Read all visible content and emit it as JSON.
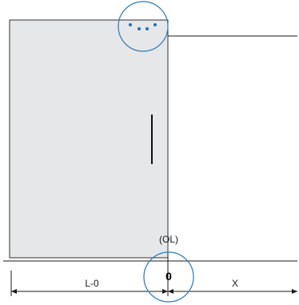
{
  "labels": {
    "origin_line": "(OL)",
    "left_dimension": "L-0",
    "zero_mark": "0",
    "right_dimension": "X"
  },
  "colors": {
    "panel_fill": "#e6e7e8",
    "panel_stroke": "#333333",
    "line": "#1a1a1a",
    "highlight": "#2a7ab8",
    "dots": "#1f6fb2"
  },
  "icons": {
    "dots": "three-dots-icon"
  }
}
